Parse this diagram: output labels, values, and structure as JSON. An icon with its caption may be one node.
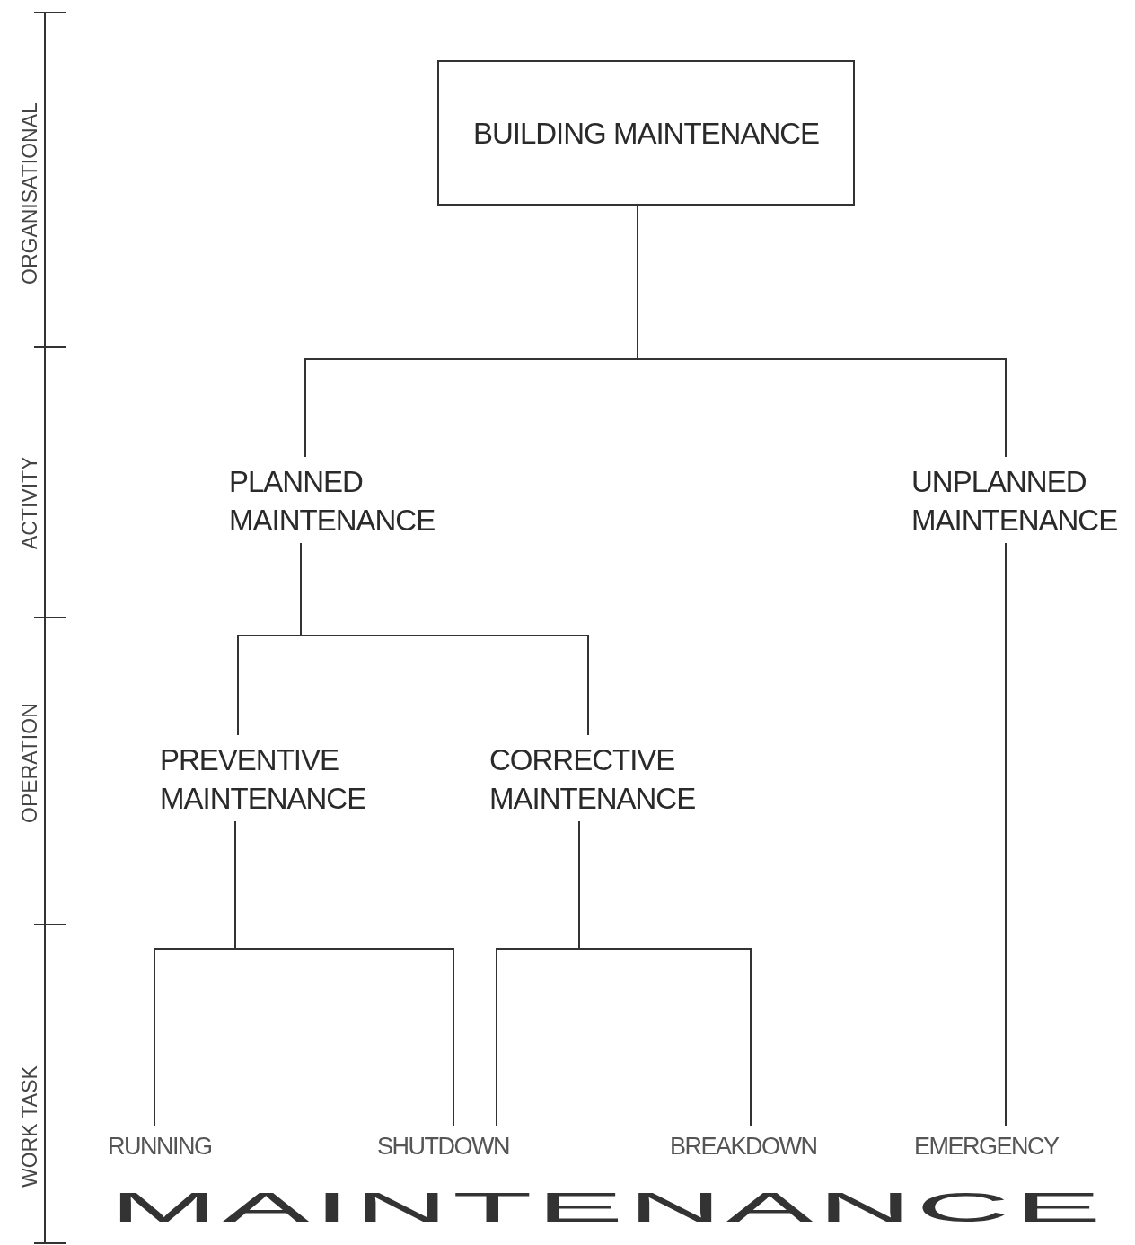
{
  "diagram": {
    "nodes": [
      {
        "text": [
          "BUILDING MAINTENANCE"
        ]
      },
      {
        "text": [
          "PLANNED MAINTENANCE"
        ]
      },
      {
        "text": [
          "UNPLANNED MAINTENANCE"
        ]
      },
      {
        "text": [
          "PREVENTIVE MAINTENANCE"
        ]
      },
      {
        "text": [
          "CORRECTIVE MAINTENANCE"
        ]
      },
      {
        "text": [
          "RUNNING"
        ]
      },
      {
        "text": [
          "SHUTDOWN"
        ]
      },
      {
        "text": [
          "BREAKDOWN"
        ]
      },
      {
        "text": [
          "EMERGENCY"
        ]
      }
    ],
    "edges": [
      {
        "from": 0,
        "to": 1,
        "arrow": "none"
      },
      {
        "from": 0,
        "to": 2,
        "arrow": "none"
      },
      {
        "from": 1,
        "to": 3,
        "arrow": "none"
      },
      {
        "from": 1,
        "to": 4,
        "arrow": "none"
      },
      {
        "from": 3,
        "to": 5,
        "arrow": "none"
      },
      {
        "from": 3,
        "to": 6,
        "arrow": "none"
      },
      {
        "from": 4,
        "to": 6,
        "arrow": "none"
      },
      {
        "from": 4,
        "to": 7,
        "arrow": "none"
      },
      {
        "from": 2,
        "to": 8,
        "arrow": "none"
      }
    ],
    "labels": [
      "ORGANISATIONAL",
      "ACTIVITY",
      "OPERATION",
      "WORK TASK",
      "MAINTENANCE"
    ]
  }
}
